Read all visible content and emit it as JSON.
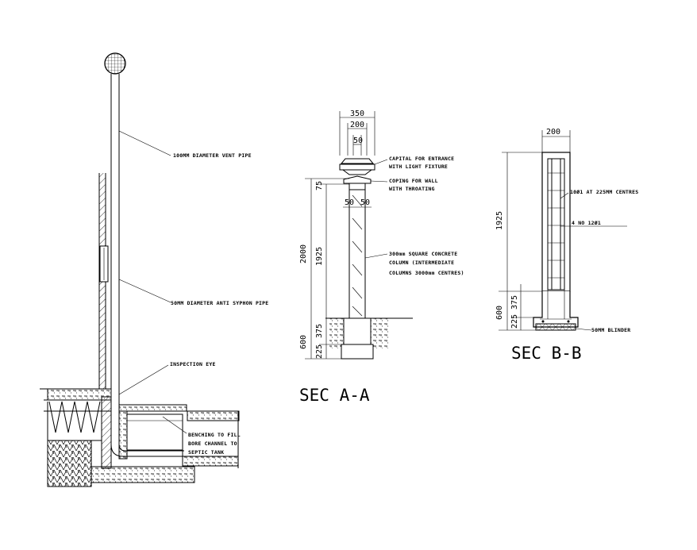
{
  "drawing": {
    "sections": {
      "sec_a": {
        "title": "SEC A-A"
      },
      "sec_b": {
        "title": "SEC B-B"
      }
    },
    "left_detail": {
      "notes": {
        "vent_pipe": "100MM DIAMETER VENT PIPE",
        "anti_syphon": "50MM DIAMETER ANTI SYPHON PIPE",
        "inspection_eye": "INSPECTION EYE",
        "benching_1": "BENCHING TO FILL",
        "benching_2": "BORE CHANNEL TO",
        "benching_3": "SEPTIC TANK"
      }
    },
    "sec_a_detail": {
      "dims": {
        "top_350": "350",
        "top_200": "200",
        "top_50": "50",
        "mid_50a": "50",
        "mid_50b": "50",
        "h_2000": "2000",
        "h_1925": "1925",
        "h_75": "75",
        "h_600": "600",
        "h_375": "375",
        "h_225": "225"
      },
      "notes": {
        "capital_1": "CAPITAL FOR ENTRANCE",
        "capital_2": "WITH LIGHT FIXTURE",
        "coping_1": "COPING FOR WALL",
        "coping_2": "WITH THROATING",
        "column_1": "300mm SQUARE CONCRETE",
        "column_2": "COLUMN (INTERMEDIATE",
        "column_3": "COLUMNS 3000mm CENTRES)"
      }
    },
    "sec_b_detail": {
      "dims": {
        "top_200": "200",
        "h_1925": "1925",
        "h_600": "600",
        "h_375": "375",
        "h_225": "225"
      },
      "notes": {
        "links": "10Ø1 AT 225MM CENTRES",
        "bars": "4 NO 12Ø1",
        "blinder": "50MM BLINDER"
      }
    }
  }
}
